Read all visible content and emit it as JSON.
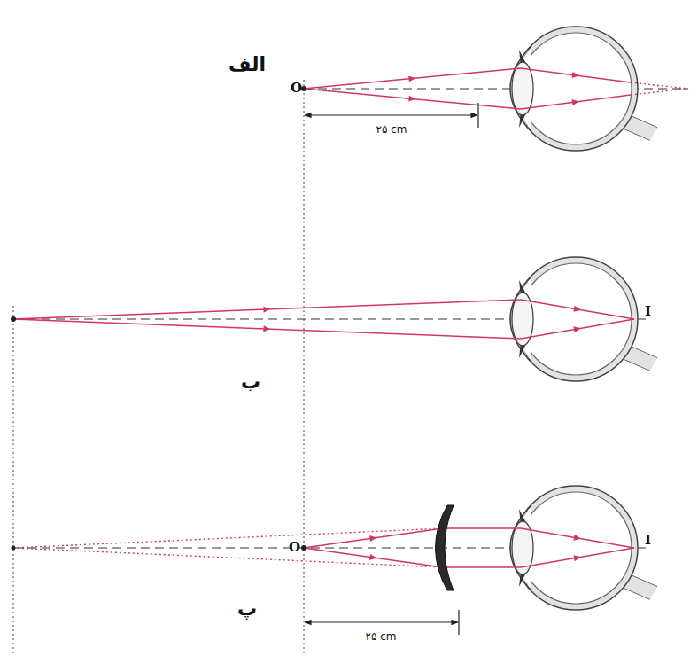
{
  "diagram": {
    "labels": [
      "O",
      "الف",
      "۲۵ cm",
      "I",
      "ب",
      "O",
      "I",
      "پ",
      "۲۵ cm"
    ]
  }
}
